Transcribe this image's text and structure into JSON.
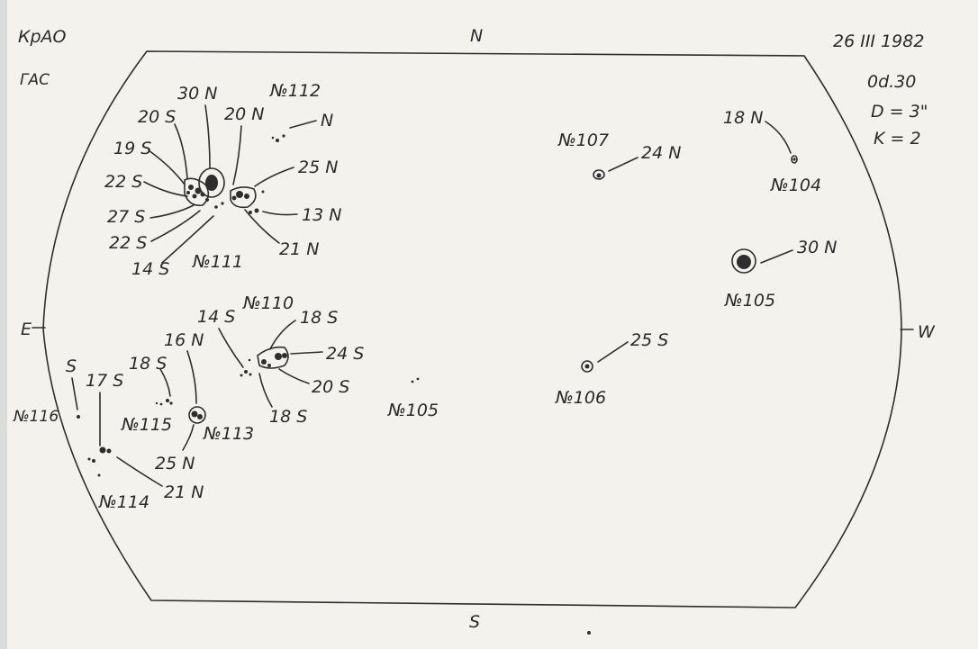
{
  "header": {
    "observatory": "КрАО",
    "instrument": "ГАС",
    "date": "26 III 1982",
    "time": "0d.30",
    "diameter": "D = 3\"",
    "coefficient": "K = 2"
  },
  "directions": {
    "north": "N",
    "south": "S",
    "east": "E",
    "west": "W"
  },
  "groups": [
    {
      "id": "g112",
      "number": "№112",
      "labels": [
        "N"
      ]
    },
    {
      "id": "g111",
      "number": "№111",
      "labels": [
        "30 N",
        "20 S",
        "20 N",
        "19 S",
        "22 S",
        "27 S",
        "22 S",
        "14 S",
        "25 N",
        "13 N",
        "21 N"
      ]
    },
    {
      "id": "g107",
      "number": "№107",
      "labels": [
        "24 N"
      ]
    },
    {
      "id": "g104",
      "number": "№104",
      "labels": [
        "18 N"
      ]
    },
    {
      "id": "g105w",
      "number": "№105",
      "labels": [
        "30 N"
      ]
    },
    {
      "id": "g110",
      "number": "№110",
      "labels": [
        "14 S",
        "18 S",
        "24 S",
        "20 S",
        "18 S"
      ]
    },
    {
      "id": "g113",
      "number": "№113",
      "labels": [
        "16 N",
        "25 N"
      ]
    },
    {
      "id": "g115",
      "number": "№115",
      "labels": [
        "18 S"
      ]
    },
    {
      "id": "g114",
      "number": "№114",
      "labels": [
        "17 S",
        "21 N"
      ]
    },
    {
      "id": "g116",
      "number": "№116",
      "labels": [
        "S"
      ]
    },
    {
      "id": "g105c",
      "number": "№105",
      "labels": []
    },
    {
      "id": "g106",
      "number": "№106",
      "labels": [
        "25 S"
      ]
    }
  ]
}
